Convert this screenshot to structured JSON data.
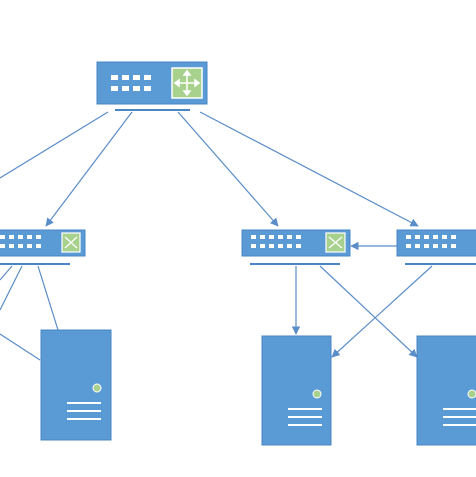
{
  "diagram": {
    "kind": "network-topology",
    "colors": {
      "device_fill": "#5B9BD5",
      "device_stroke": "#4A86C5",
      "port_fill": "#FFFFFF",
      "router_icon_fill": "#A9D18E",
      "router_icon_stroke": "#FFFFFF",
      "server_led": "#A9D18E",
      "link": "#5B8DC8",
      "background": "#FFFFFF"
    },
    "devices": [
      {
        "id": "core-router",
        "type": "router",
        "ports": 8,
        "icon": "router-arrows-icon"
      },
      {
        "id": "left-switch",
        "type": "switch",
        "ports": 12,
        "icon": "switch-crossed-arrows-icon"
      },
      {
        "id": "middle-switch",
        "type": "switch",
        "ports": 12,
        "icon": "switch-crossed-arrows-icon"
      },
      {
        "id": "right-switch",
        "type": "switch",
        "ports": 12,
        "icon": "none"
      },
      {
        "id": "left-server",
        "type": "server",
        "icon": "server-icon"
      },
      {
        "id": "middle-server",
        "type": "server",
        "icon": "server-icon"
      },
      {
        "id": "right-server",
        "type": "server",
        "icon": "server-icon"
      }
    ],
    "links": [
      {
        "from": "core-router",
        "to": "offscreen-left",
        "arrow": "none"
      },
      {
        "from": "core-router",
        "to": "left-switch",
        "arrow": "end"
      },
      {
        "from": "core-router",
        "to": "middle-switch",
        "arrow": "end"
      },
      {
        "from": "core-router",
        "to": "right-switch",
        "arrow": "end"
      },
      {
        "from": "right-switch",
        "to": "middle-switch",
        "arrow": "end"
      },
      {
        "from": "middle-switch",
        "to": "middle-server",
        "arrow": "end"
      },
      {
        "from": "middle-switch",
        "to": "right-server",
        "arrow": "end"
      },
      {
        "from": "right-switch",
        "to": "middle-server",
        "arrow": "end"
      },
      {
        "from": "left-switch",
        "to": "left-server",
        "arrow": "none"
      },
      {
        "from": "left-switch",
        "to": "offscreen-left",
        "arrow": "none"
      }
    ]
  }
}
